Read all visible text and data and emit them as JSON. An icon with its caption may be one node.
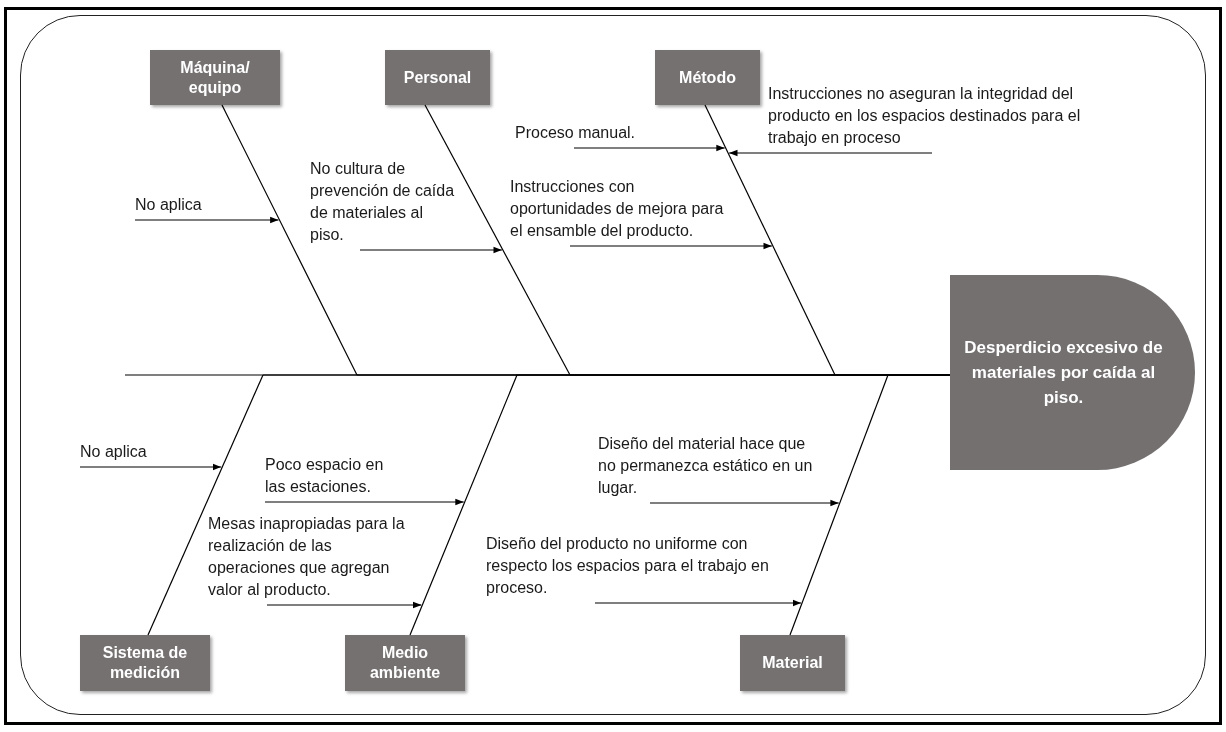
{
  "diagram": {
    "nodes": [
      {
        "text": [
          "Máquina/ equipo"
        ]
      },
      {
        "text": [
          "Personal"
        ]
      },
      {
        "text": [
          "Método"
        ]
      },
      {
        "text": [
          "Desperdicio excesivo de materiales por caída al piso."
        ]
      },
      {
        "text": [
          "Sistema de medición"
        ]
      },
      {
        "text": [
          "Medio ambiente"
        ]
      },
      {
        "text": [
          "Material"
        ]
      },
      {
        "text": [
          "No aplica"
        ]
      },
      {
        "text": [
          "No cultura de prevención de caída de materiales al piso."
        ]
      },
      {
        "text": [
          "Proceso manual."
        ]
      },
      {
        "text": [
          "Instrucciones con oportunidades de mejora para el ensamble del producto."
        ]
      },
      {
        "text": [
          "Instrucciones no aseguran la integridad del producto en los espacios destinados para el trabajo en proceso"
        ]
      },
      {
        "text": [
          "No aplica"
        ]
      },
      {
        "text": [
          "Poco espacio en las estaciones."
        ]
      },
      {
        "text": [
          "Mesas inapropiadas para la realización de las operaciones que agregan valor al producto."
        ]
      },
      {
        "text": [
          "Diseño del material hace que no permanezca estático en un lugar."
        ]
      },
      {
        "text": [
          "Diseño del producto no uniforme con respecto los espacios para el trabajo en proceso."
        ]
      },
      {
        "text": [],
        "shape": "line"
      },
      {
        "text": [],
        "shape": "line"
      },
      {
        "text": [],
        "shape": "line"
      },
      {
        "text": [],
        "shape": "line"
      },
      {
        "text": [],
        "shape": "line"
      },
      {
        "text": [],
        "shape": "line"
      }
    ],
    "edges": [
      {
        "from": 17,
        "to": 3,
        "arrow": "none"
      },
      {
        "from": 18,
        "to": 3,
        "arrow": "none"
      },
      {
        "from": 19,
        "to": 3,
        "arrow": "none"
      },
      {
        "from": 20,
        "to": 3,
        "arrow": "none"
      },
      {
        "from": 21,
        "to": 3,
        "arrow": "none"
      },
      {
        "from": 22,
        "to": 3,
        "arrow": "none"
      },
      {
        "from": 7,
        "to": 17,
        "arrow": "to"
      },
      {
        "from": 8,
        "to": 18,
        "arrow": "to"
      },
      {
        "from": 9,
        "to": 19,
        "arrow": "to"
      },
      {
        "from": 10,
        "to": 19,
        "arrow": "to"
      },
      {
        "from": 11,
        "to": 19,
        "arrow": "to"
      },
      {
        "from": 12,
        "to": 20,
        "arrow": "to"
      },
      {
        "from": 13,
        "to": 21,
        "arrow": "to"
      },
      {
        "from": 14,
        "to": 21,
        "arrow": "to"
      },
      {
        "from": 15,
        "to": 22,
        "arrow": "to"
      },
      {
        "from": 16,
        "to": 22,
        "arrow": "to"
      }
    ]
  }
}
